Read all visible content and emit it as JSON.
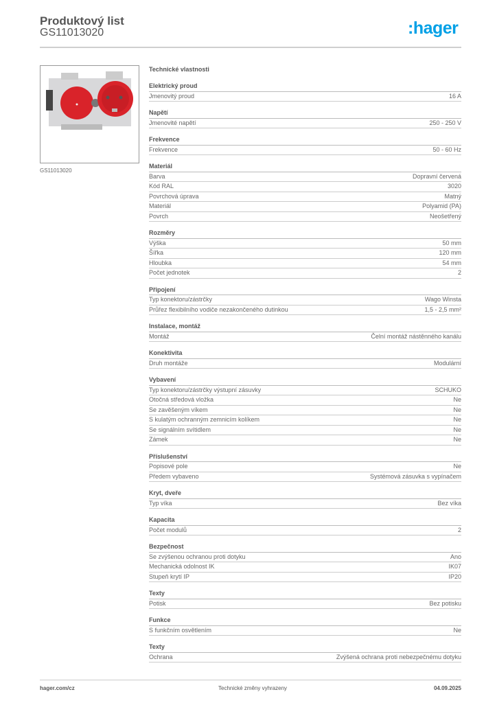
{
  "header": {
    "title": "Produktový list",
    "product_code": "GS11013020",
    "logo": ":hager",
    "logo_color": "#00a0e6"
  },
  "image": {
    "caption": "GS11013020",
    "product_color": "#d9232a"
  },
  "specs": {
    "title": "Technické vlastnosti",
    "groups": [
      {
        "name": "Elektrický proud",
        "rows": [
          [
            "Jmenovitý proud",
            "16 A"
          ]
        ]
      },
      {
        "name": "Napětí",
        "rows": [
          [
            "Jmenovité napětí",
            "250 - 250 V"
          ]
        ]
      },
      {
        "name": "Frekvence",
        "rows": [
          [
            "Frekvence",
            "50 - 60 Hz"
          ]
        ]
      },
      {
        "name": "Materiál",
        "rows": [
          [
            "Barva",
            "Dopravní červená"
          ],
          [
            "Kód RAL",
            "3020"
          ],
          [
            "Povrchová úprava",
            "Matný"
          ],
          [
            "Materiál",
            "Polyamid (PA)"
          ],
          [
            "Povrch",
            "Neošetřený"
          ]
        ]
      },
      {
        "name": "Rozměry",
        "rows": [
          [
            "Výška",
            "50 mm"
          ],
          [
            "Šířka",
            "120 mm"
          ],
          [
            "Hloubka",
            "54 mm"
          ],
          [
            "Počet jednotek",
            "2"
          ]
        ]
      },
      {
        "name": "Připojení",
        "rows": [
          [
            "Typ konektoru/zástrčky",
            "Wago Winsta"
          ],
          [
            "Průřez flexibilního vodiče nezakončeného dutinkou",
            "1,5 - 2,5 mm²"
          ]
        ]
      },
      {
        "name": "Instalace, montáž",
        "rows": [
          [
            "Montáž",
            "Čelní montáž nástěnného kanálu"
          ]
        ]
      },
      {
        "name": "Konektivita",
        "rows": [
          [
            "Druh montáže",
            "Modulární"
          ]
        ]
      },
      {
        "name": "Vybavení",
        "rows": [
          [
            "Typ konektoru/zástrčky výstupní zásuvky",
            "SCHUKO"
          ],
          [
            "Otočná středová vložka",
            "Ne"
          ],
          [
            "Se zavěšeným víkem",
            "Ne"
          ],
          [
            "S kulatým ochranným zemnicím kolíkem",
            "Ne"
          ],
          [
            "Se signálním svítidlem",
            "Ne"
          ],
          [
            "Zámek",
            "Ne"
          ]
        ]
      },
      {
        "name": "Příslušenství",
        "rows": [
          [
            "Popisové pole",
            "Ne"
          ],
          [
            "Předem vybaveno",
            "Systémová zásuvka s vypínačem"
          ]
        ]
      },
      {
        "name": "Kryt, dveře",
        "rows": [
          [
            "Typ víka",
            "Bez víka"
          ]
        ]
      },
      {
        "name": "Kapacita",
        "rows": [
          [
            "Počet modulů",
            "2"
          ]
        ]
      },
      {
        "name": "Bezpečnost",
        "rows": [
          [
            "Se zvýšenou ochranou proti dotyku",
            "Ano"
          ],
          [
            "Mechanická odolnost IK",
            "IK07"
          ],
          [
            "Stupeň krytí IP",
            "IP20"
          ]
        ]
      },
      {
        "name": "Texty",
        "rows": [
          [
            "Potisk",
            "Bez potisku"
          ]
        ]
      },
      {
        "name": "Funkce",
        "rows": [
          [
            "S funkčním osvětlením",
            "Ne"
          ]
        ]
      },
      {
        "name": "Texty",
        "rows": [
          [
            "Ochrana",
            "Zvýšená ochrana proti nebezpečnému dotyku"
          ]
        ]
      }
    ]
  },
  "footer": {
    "website": "hager.com/cz",
    "notice": "Technické změny vyhrazeny",
    "date": "04.09.2025"
  }
}
